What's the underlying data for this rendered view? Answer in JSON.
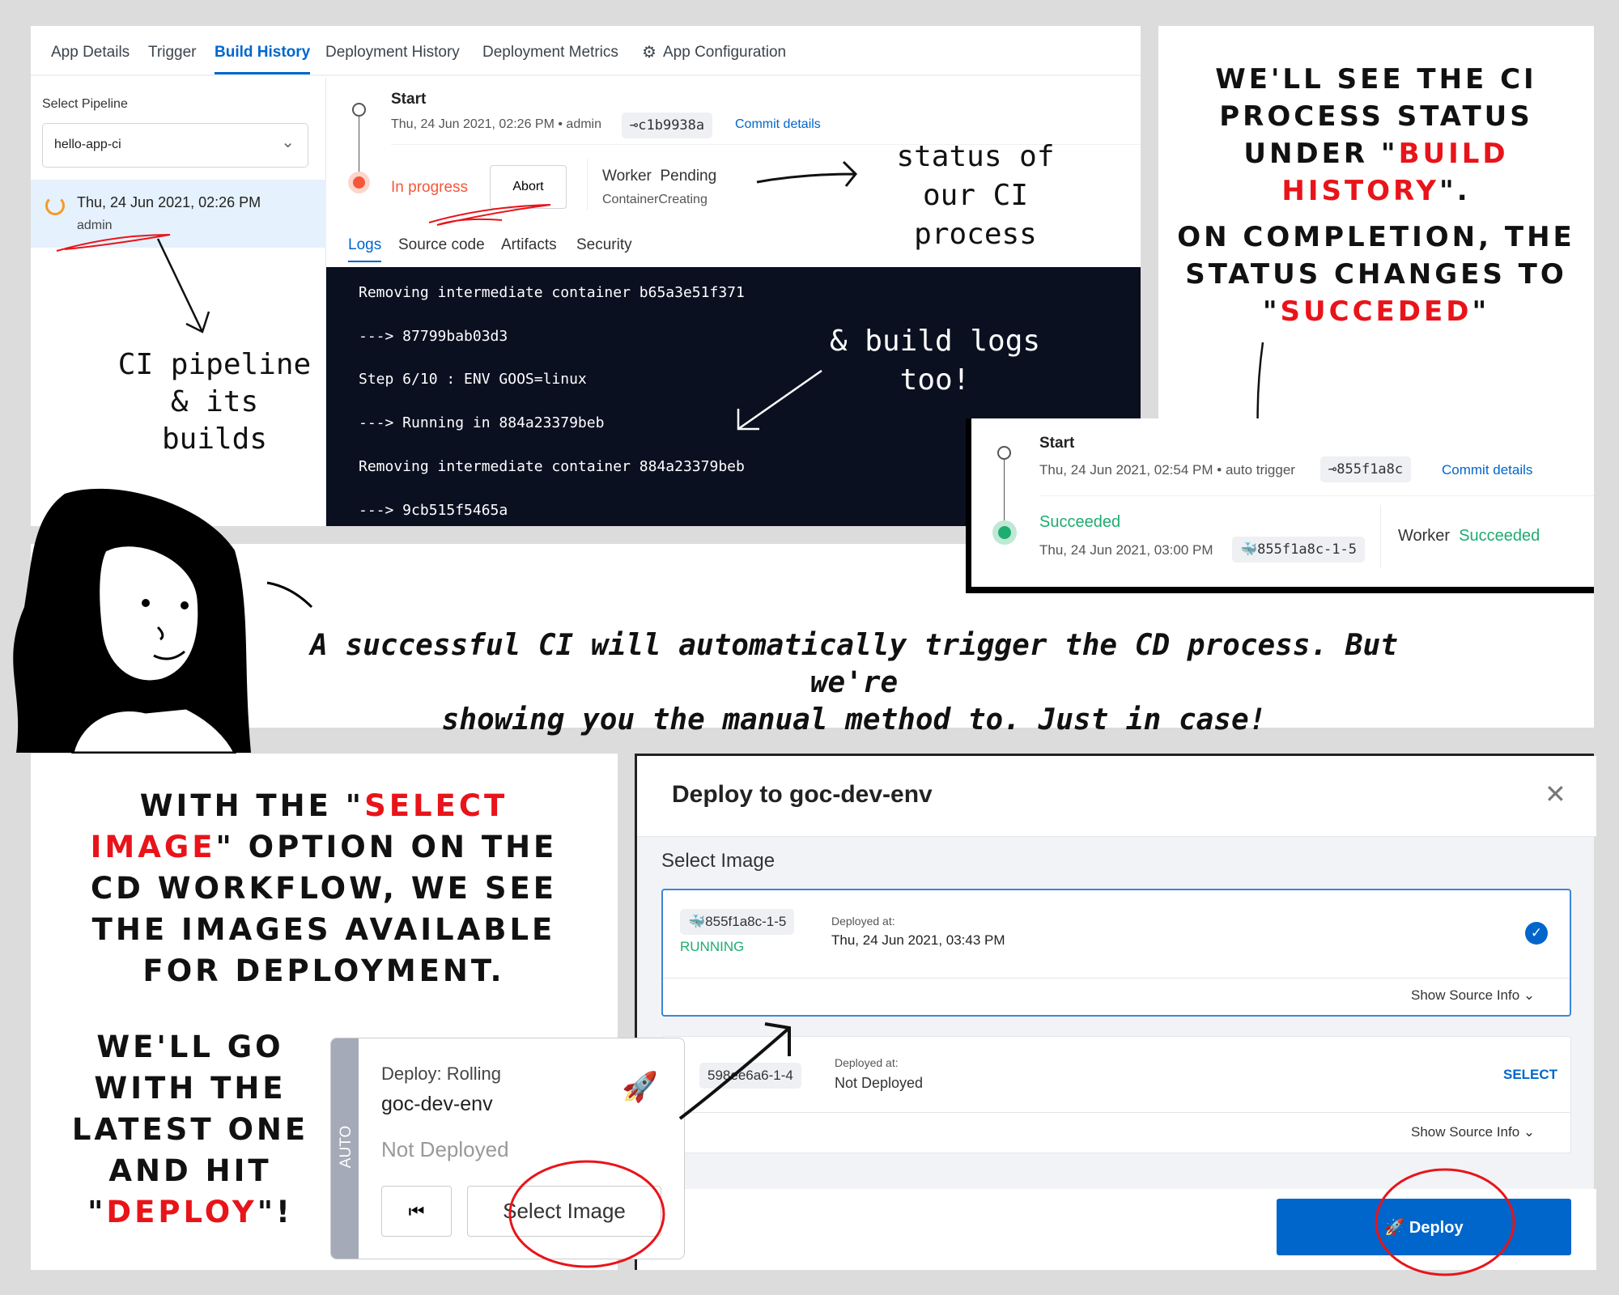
{
  "tabs": [
    "App Details",
    "Trigger",
    "Build History",
    "Deployment History",
    "Deployment Metrics",
    "App Configuration"
  ],
  "sidebar": {
    "label": "Select Pipeline",
    "pipeline": "hello-app-ci",
    "build_time": "Thu, 24 Jun 2021, 02:26 PM",
    "build_user": "admin"
  },
  "build": {
    "start": "Start",
    "meta": "Thu, 24 Jun 2021, 02:26 PM",
    "user": "admin",
    "commit": "c1b9938a",
    "commit_link": "Commit details",
    "status": "In progress",
    "abort": "Abort",
    "worker": "Worker",
    "worker_status": "Pending",
    "worker_sub": "ContainerCreating"
  },
  "subtabs": [
    "Logs",
    "Source code",
    "Artifacts",
    "Security"
  ],
  "logs": [
    "Removing intermediate container b65a3e51f371",
    "---> 87799bab03d3",
    "Step 6/10 : ENV GOOS=linux",
    "---> Running in 884a23379beb",
    "Removing intermediate container 884a23379beb",
    "---> 9cb515f5465a"
  ],
  "notes": {
    "status": "status of our CI process",
    "pipeline": "CI pipeline & its builds",
    "logs": "& build logs too!",
    "right1a": "We'll see the CI process status under \"",
    "right1b": "Build History",
    "right1c": "\".",
    "right2a": "On completion, the status changes to \"",
    "right2b": "Succeded",
    "right2c": "\"",
    "middle1": "A successful CI will automatically trigger the CD process. But we're",
    "middle2": "showing you the manual method to. Just in case!",
    "left1a": "With the \"",
    "left1b": "Select Image",
    "left1c": "\" option on the CD workflow, we see the images available for deployment.",
    "left2a": "We'll go with the latest one and hit \"",
    "left2b": "Deploy",
    "left2c": "\"!"
  },
  "success": {
    "start": "Start",
    "meta": "Thu, 24 Jun 2021, 02:54 PM",
    "trigger": "auto trigger",
    "commit": "855f1a8c",
    "commit_link": "Commit details",
    "status": "Succeeded",
    "time": "Thu, 24 Jun 2021, 03:00 PM",
    "image": "855f1a8c-1-5",
    "worker": "Worker",
    "worker_status": "Succeeded"
  },
  "card": {
    "side": "AUTO",
    "deploy": "Deploy: Rolling",
    "env": "goc-dev-env",
    "state": "Not Deployed",
    "select": "Select Image"
  },
  "modal": {
    "title": "Deploy to goc-dev-env",
    "section": "Select Image",
    "deploy": "Deploy",
    "images": [
      {
        "tag": "855f1a8c-1-5",
        "status": "RUNNING",
        "label": "Deployed at:",
        "when": "Thu, 24 Jun 2021, 03:43 PM",
        "source": "Show Source Info"
      },
      {
        "tag": "598ee6a6-1-4",
        "label": "Deployed at:",
        "when": "Not Deployed",
        "action": "SELECT",
        "source": "Show Source Info"
      }
    ]
  },
  "colors": {
    "accent": "#0066cc",
    "success": "#1dad70",
    "progress": "#f5573b",
    "annotation": "#e8141a",
    "log_bg": "#0b1021"
  }
}
